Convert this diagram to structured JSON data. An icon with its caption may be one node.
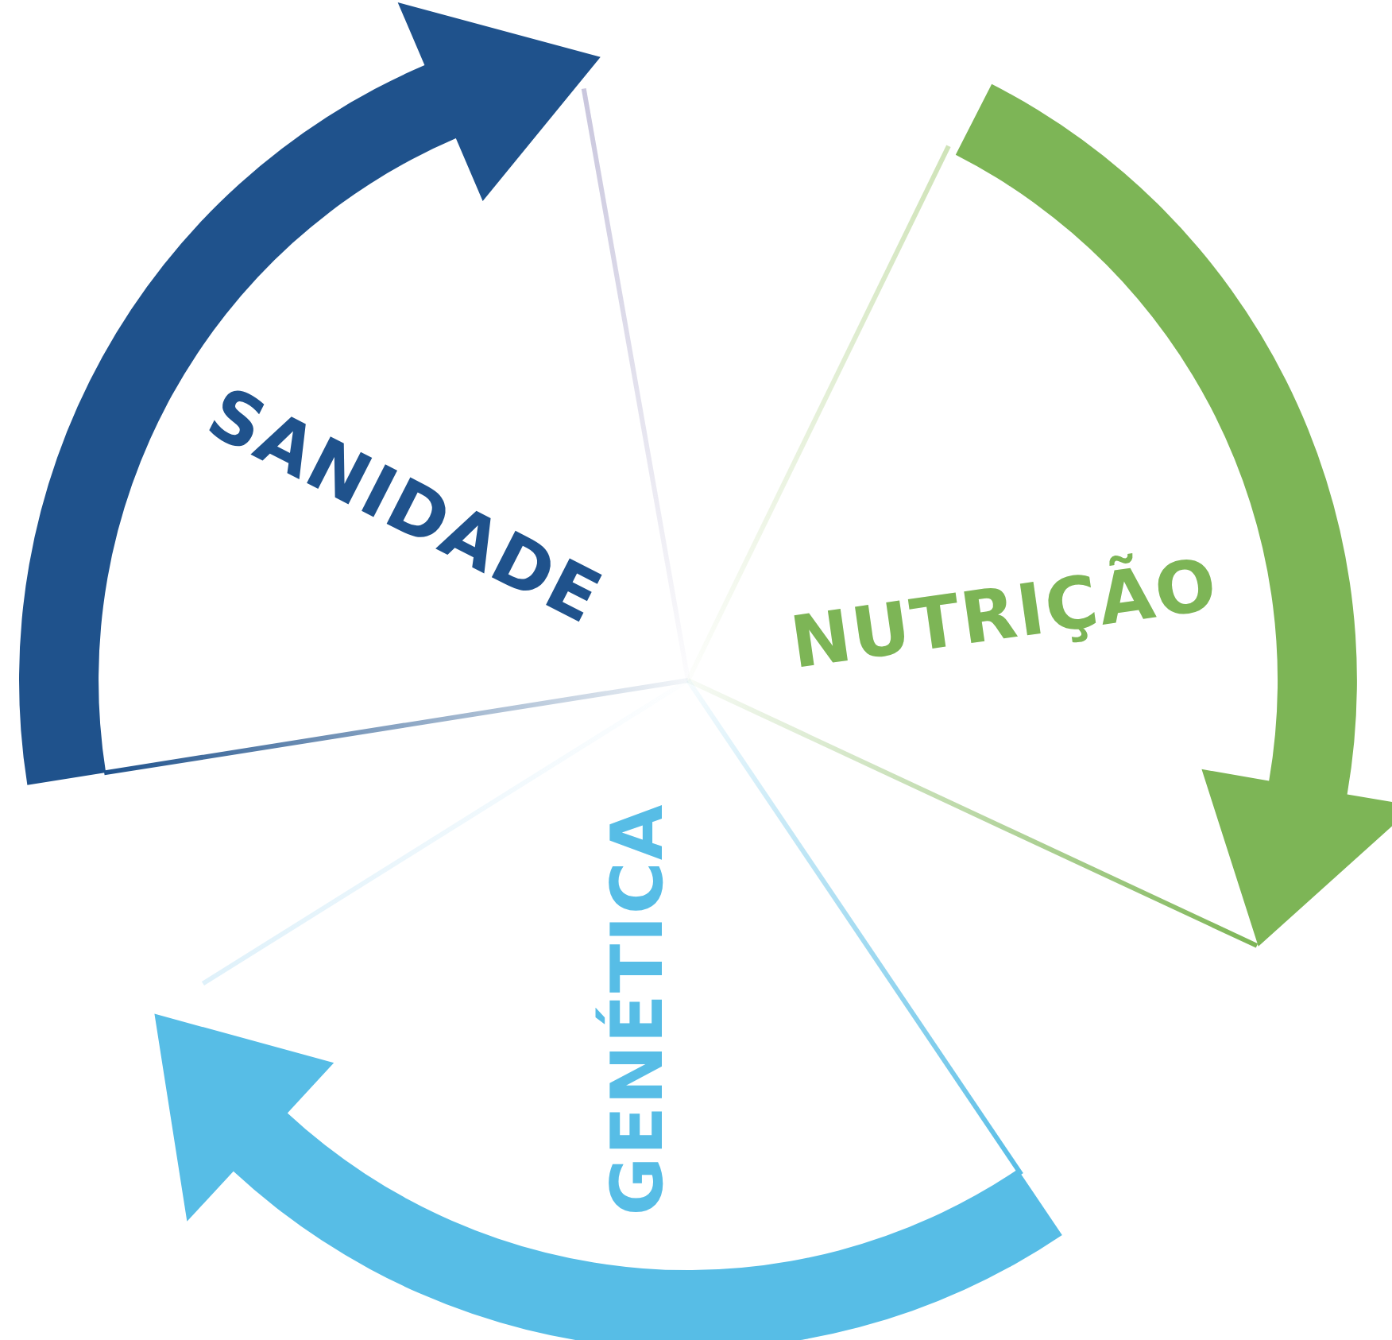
{
  "diagram": {
    "labels": [
      "SANIDADE",
      "NUTRIÇÃO",
      "GENÉTICA"
    ]
  }
}
